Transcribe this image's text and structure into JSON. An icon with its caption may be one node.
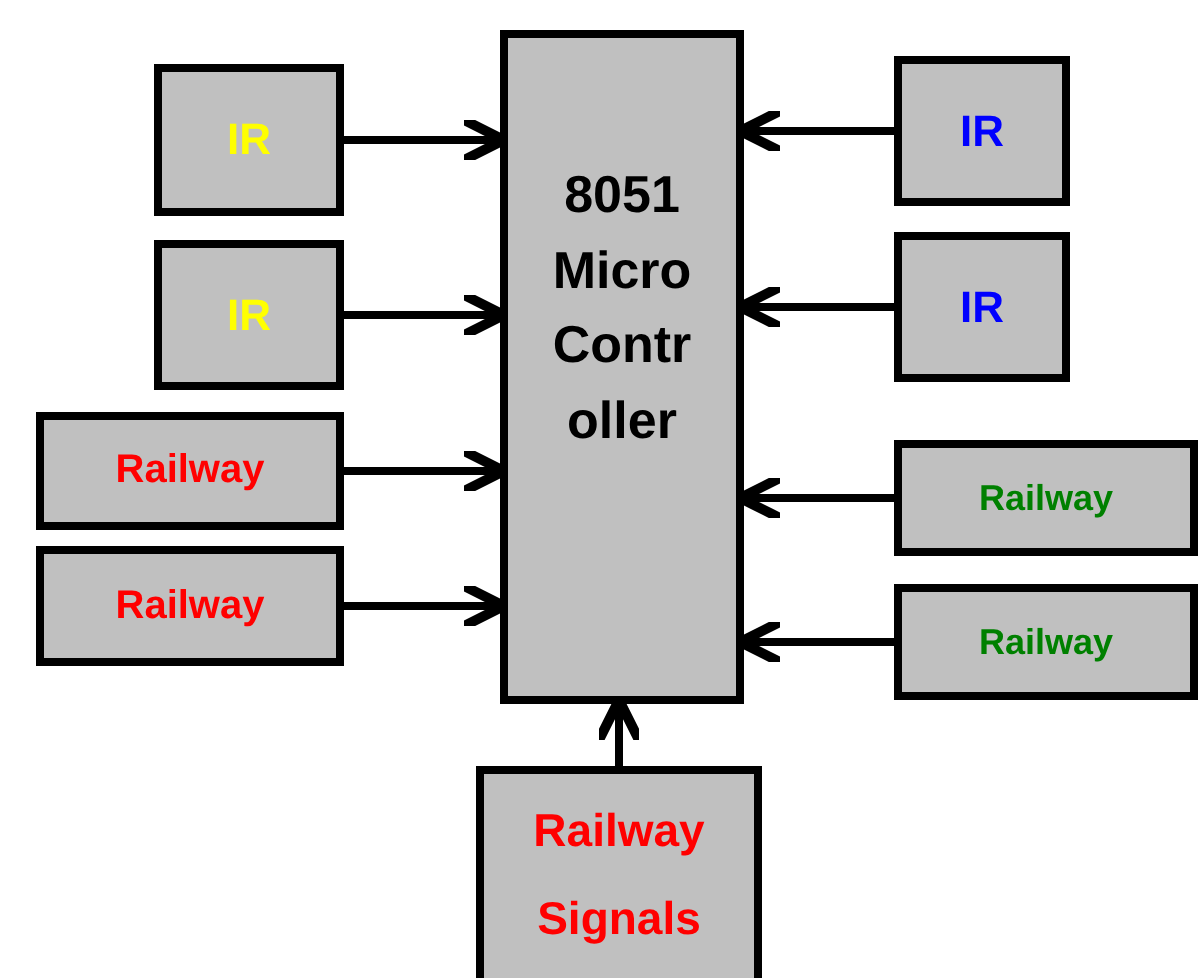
{
  "diagram": {
    "nodes": [
      {
        "text": [
          "8051 Micro Controller"
        ]
      },
      {
        "text": [
          "IR"
        ]
      },
      {
        "text": [
          "IR"
        ]
      },
      {
        "text": [
          "Railway"
        ]
      },
      {
        "text": [
          "Railway"
        ]
      },
      {
        "text": [
          "IR"
        ]
      },
      {
        "text": [
          "IR"
        ]
      },
      {
        "text": [
          "Railway"
        ]
      },
      {
        "text": [
          "Railway"
        ]
      },
      {
        "text": [
          "Railway Signals"
        ]
      }
    ],
    "edges": [
      {
        "from": 1,
        "to": 0,
        "arrow": "to"
      },
      {
        "from": 2,
        "to": 0,
        "arrow": "to"
      },
      {
        "from": 3,
        "to": 0,
        "arrow": "to"
      },
      {
        "from": 4,
        "to": 0,
        "arrow": "to"
      },
      {
        "from": 5,
        "to": 0,
        "arrow": "to"
      },
      {
        "from": 6,
        "to": 0,
        "arrow": "to"
      },
      {
        "from": 7,
        "to": 0,
        "arrow": "to"
      },
      {
        "from": 8,
        "to": 0,
        "arrow": "to"
      },
      {
        "from": 9,
        "to": 0,
        "arrow": "to"
      }
    ]
  }
}
